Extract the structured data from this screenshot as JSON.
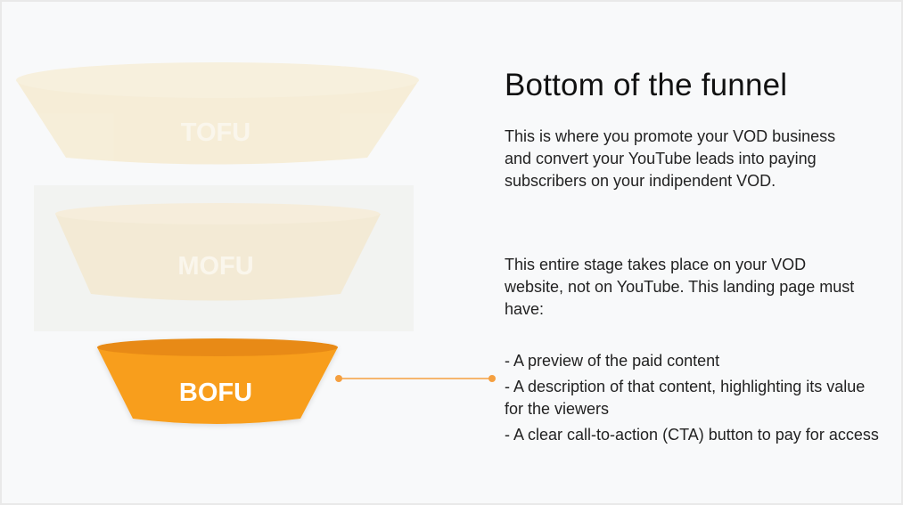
{
  "funnel": {
    "stages": [
      {
        "label": "TOFU",
        "highlighted": false
      },
      {
        "label": "MOFU",
        "highlighted": false
      },
      {
        "label": "BOFU",
        "highlighted": true
      }
    ],
    "colors": {
      "faded": "#f6ecd2",
      "active": "#f89e1b",
      "active_top": "#e88a12",
      "connector": "#f5a040"
    }
  },
  "content": {
    "title": "Bottom of the funnel",
    "paragraph1": "This is where you promote your VOD business and convert your YouTube leads into paying subscribers on your indipendent VOD.",
    "paragraph2": "This entire stage takes place on your VOD website, not on YouTube. This landing page must have:",
    "bullets": [
      "- A preview of the paid content",
      "- A description of that content, highlighting its value for the viewers",
      "- A clear call-to-action (CTA) button to pay for access"
    ]
  }
}
